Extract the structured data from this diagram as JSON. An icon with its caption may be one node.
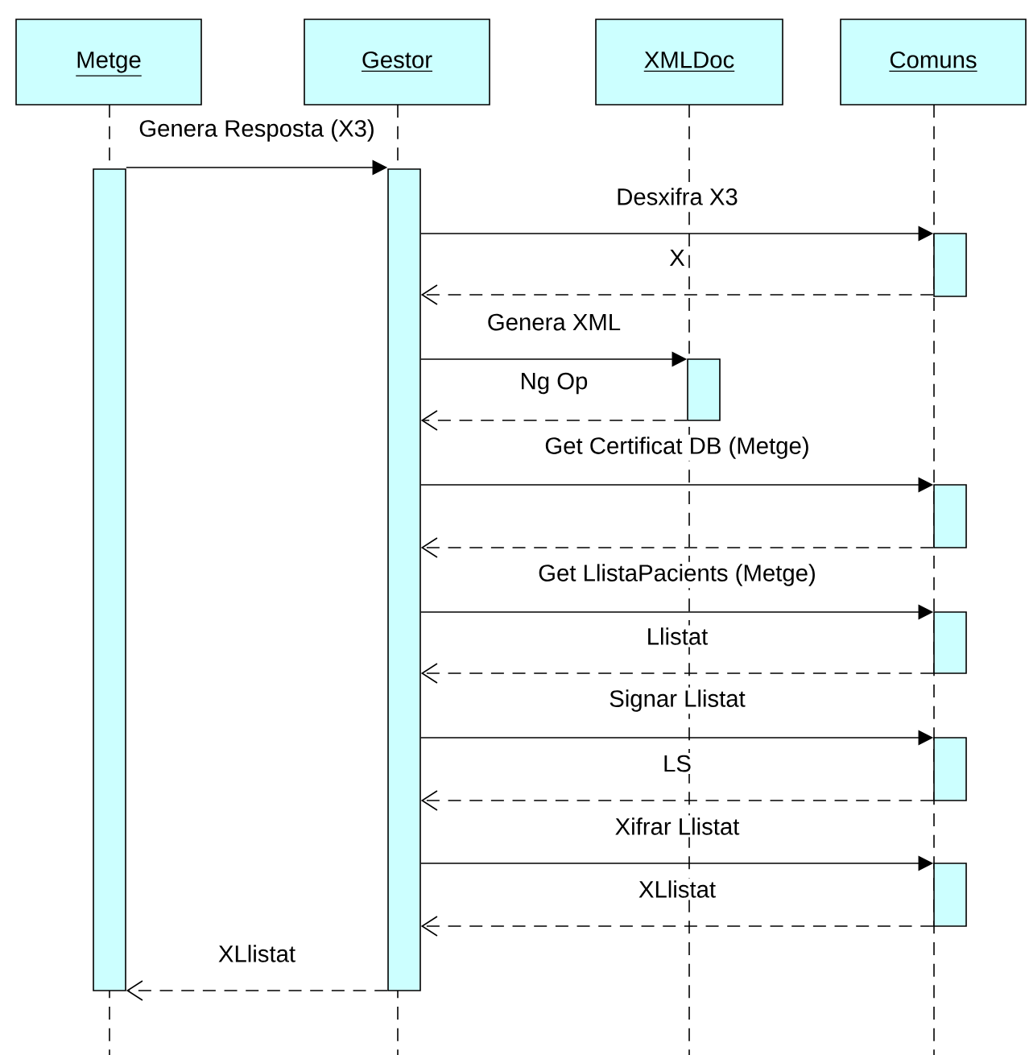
{
  "diagram": {
    "nodes": [
      {
        "text": [
          "Metge"
        ]
      },
      {
        "text": [
          "Gestor"
        ]
      },
      {
        "text": [
          "XMLDoc"
        ]
      },
      {
        "text": [
          "Comuns"
        ]
      },
      {
        "text": [],
        "shape": "bar"
      },
      {
        "text": [],
        "shape": "bar"
      },
      {
        "text": [],
        "shape": "bar"
      },
      {
        "text": [],
        "shape": "bar"
      },
      {
        "text": [],
        "shape": "bar"
      },
      {
        "text": [],
        "shape": "bar"
      },
      {
        "text": [],
        "shape": "bar"
      },
      {
        "text": [],
        "shape": "bar"
      }
    ],
    "edges": [
      {
        "from": 4,
        "to": 5,
        "arrow": "to",
        "label": "Genera Resposta (X3)"
      },
      {
        "from": 5,
        "to": 6,
        "arrow": "to",
        "label": "Desxifra X3"
      },
      {
        "from": 6,
        "to": 5,
        "arrow": "to",
        "label": "X",
        "style": "dashed"
      },
      {
        "from": 5,
        "to": 7,
        "arrow": "to",
        "label": "Genera XML"
      },
      {
        "from": 7,
        "to": 5,
        "arrow": "to",
        "label": "Ng Op",
        "style": "dashed"
      },
      {
        "from": 5,
        "to": 8,
        "arrow": "to",
        "label": "Get Certificat DB (Metge)"
      },
      {
        "from": 8,
        "to": 5,
        "arrow": "to",
        "style": "dashed"
      },
      {
        "from": 5,
        "to": 9,
        "arrow": "to",
        "label": "Get LlistaPacients (Metge)"
      },
      {
        "from": 9,
        "to": 5,
        "arrow": "to",
        "label": "Llistat",
        "style": "dashed"
      },
      {
        "from": 5,
        "to": 10,
        "arrow": "to",
        "label": "Signar Llistat"
      },
      {
        "from": 10,
        "to": 5,
        "arrow": "to",
        "label": "LS",
        "style": "dashed"
      },
      {
        "from": 5,
        "to": 11,
        "arrow": "to",
        "label": "Xifrar Llistat"
      },
      {
        "from": 11,
        "to": 5,
        "arrow": "to",
        "label": "XLlistat",
        "style": "dashed"
      },
      {
        "from": 5,
        "to": 4,
        "arrow": "to",
        "label": "XLlistat",
        "style": "dashed"
      }
    ]
  }
}
